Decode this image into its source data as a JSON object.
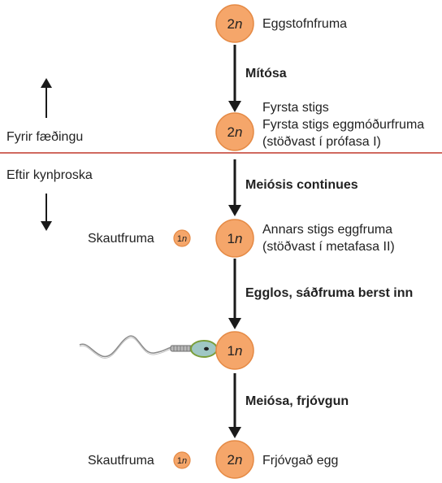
{
  "colors": {
    "cell_fill": "#F5A66A",
    "cell_stroke": "#E58A45",
    "divider": "#C0392B",
    "arrow": "#1a1a1a",
    "text": "#222222"
  },
  "cells": [
    {
      "ploidy_num": "2",
      "ploidy_sym": "n",
      "label_lines": [
        "Eggstofnfruma"
      ]
    },
    {
      "ploidy_num": "2",
      "ploidy_sym": "n",
      "label_lines": [
        "Fyrsta stigs",
        "Fyrsta stigs eggmóðurfruma",
        "(stöðvast í prófasa I)"
      ]
    },
    {
      "ploidy_num": "1",
      "ploidy_sym": "n",
      "label_lines": [
        "Annars stigs eggfruma",
        "(stöðvast í metafasa II)"
      ]
    },
    {
      "ploidy_num": "1",
      "ploidy_sym": "n",
      "label_lines": []
    },
    {
      "ploidy_num": "2",
      "ploidy_sym": "n",
      "label_lines": [
        "Frjóvgað egg"
      ]
    }
  ],
  "steps": [
    "Mítósa",
    "Meiósis continues",
    "Egglos, sáðfruma berst inn",
    "Meiósa, frjóvgun"
  ],
  "polar_bodies": [
    {
      "label": "Skautfruma",
      "ploidy_num": "1",
      "ploidy_sym": "n"
    },
    {
      "label": "Skautfruma",
      "ploidy_num": "1",
      "ploidy_sym": "n"
    }
  ],
  "timeline": {
    "before": "Fyrir fæðingu",
    "after": "Eftir kynþroska"
  },
  "sperm_icon": "sperm-icon"
}
